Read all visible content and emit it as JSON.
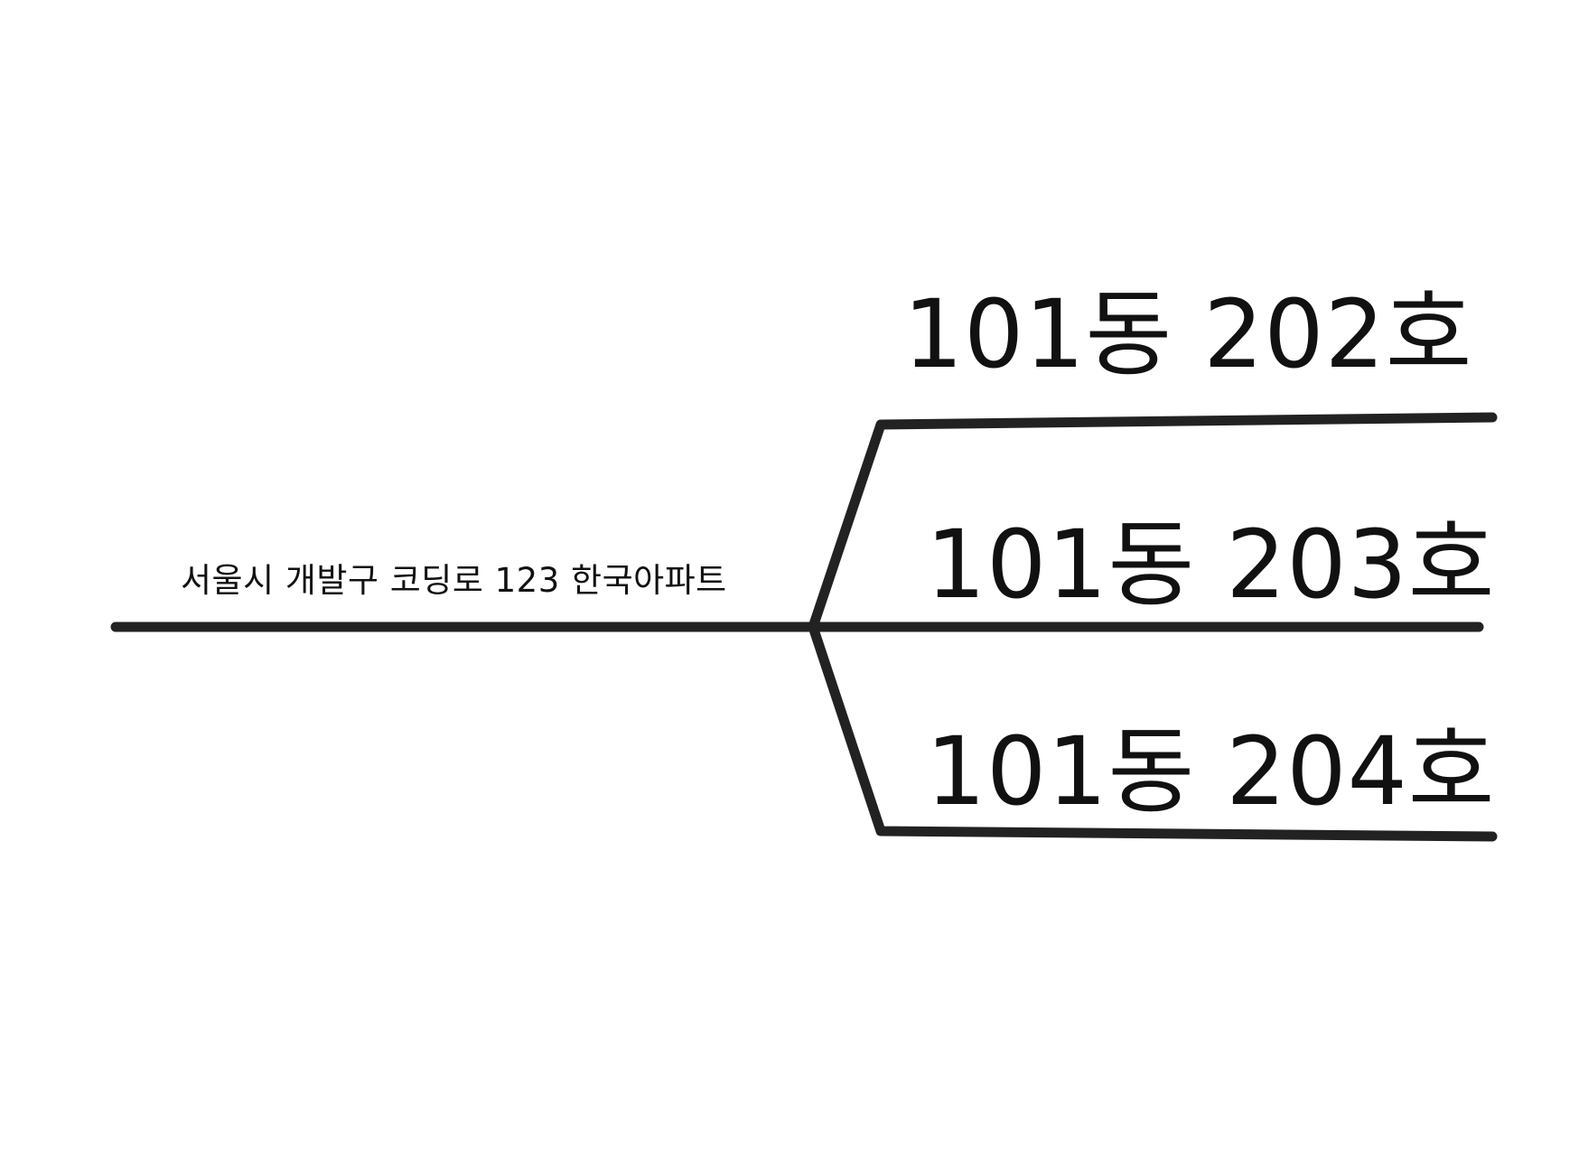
{
  "root": {
    "label": "서울시 개발구 코딩로 123 한국아파트"
  },
  "branches": [
    {
      "label": "101동 202호"
    },
    {
      "label": "101동 203호"
    },
    {
      "label": "101동 204호"
    }
  ],
  "colors": {
    "line": "#222222",
    "text": "#111111",
    "background": "#ffffff"
  }
}
